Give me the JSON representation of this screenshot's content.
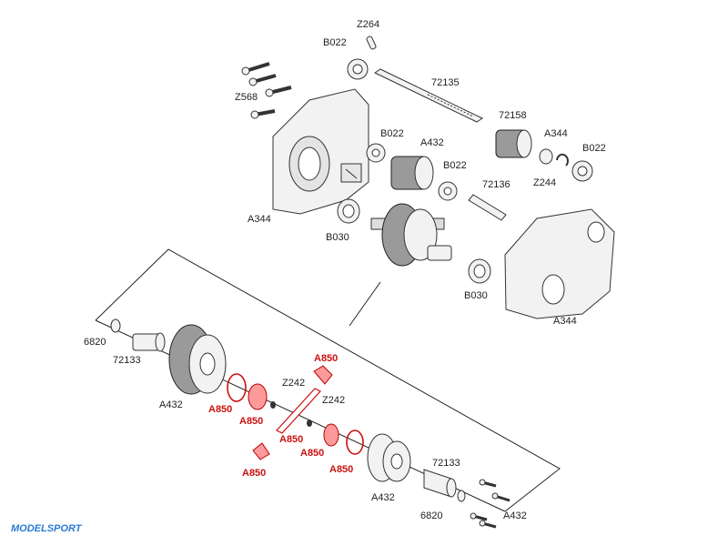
{
  "labels": {
    "z264": "Z264",
    "b022_top": "B022",
    "z568": "Z568",
    "p72135": "72135",
    "p72158": "72158",
    "a344_small": "A344",
    "b022_right": "B022",
    "b022_mid": "B022",
    "a432_top": "A432",
    "b022_center": "B022",
    "z244": "Z244",
    "p72136": "72136",
    "a344_left": "A344",
    "b030_left": "B030",
    "b030_right": "B030",
    "a344_right": "A344",
    "p6820_top": "6820",
    "p72133_left": "72133",
    "a432_left": "A432",
    "z242_a": "Z242",
    "z242_b": "Z242",
    "p72133_right": "72133",
    "a432_bottom": "A432",
    "p6820_bottom": "6820",
    "a432_bottom_right": "A432"
  },
  "red_labels": {
    "a850_top": "A850",
    "a850_left": "A850",
    "a850_mid": "A850",
    "a850_center": "A850",
    "a850_center2": "A850",
    "a850_right": "A850",
    "a850_bottom": "A850"
  },
  "watermark": "MODELSPORT",
  "colors": {
    "highlight": "#cc1111",
    "logo": "#2a7bd6"
  }
}
